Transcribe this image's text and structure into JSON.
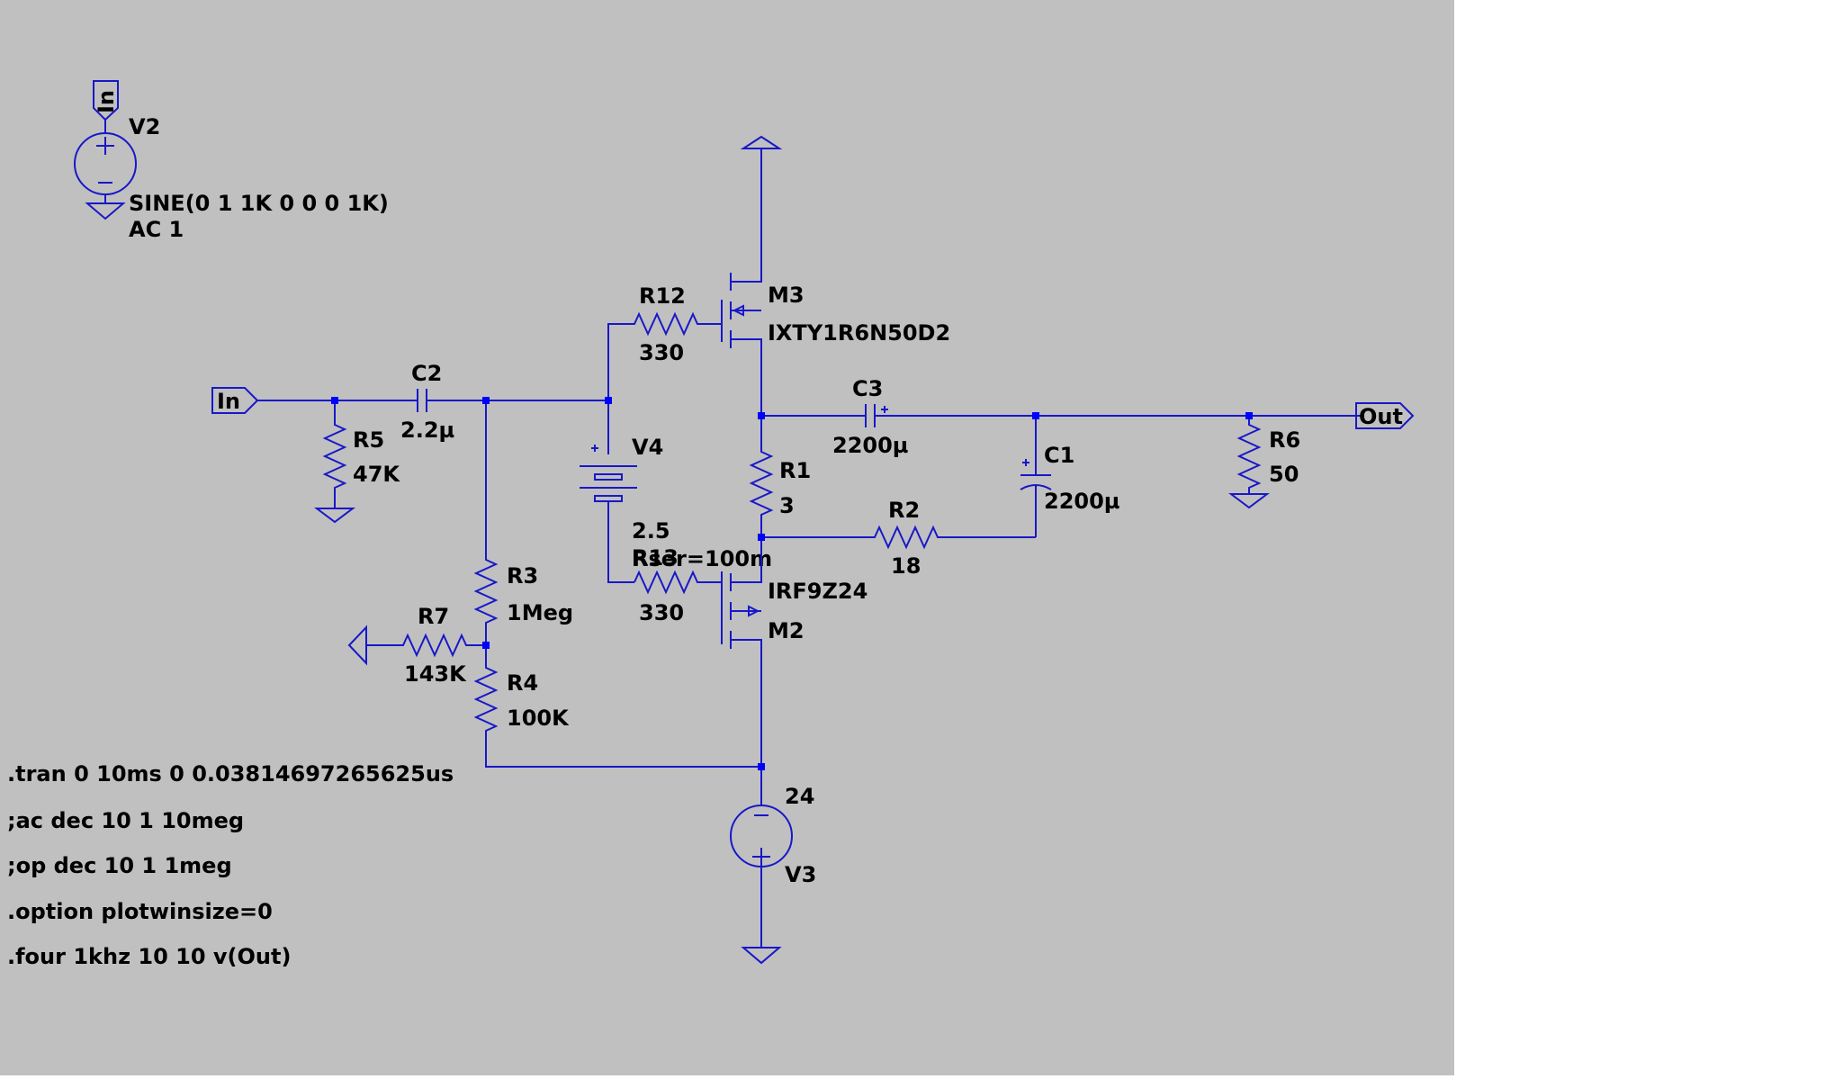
{
  "colors": {
    "background": "#c0c0c0",
    "wire": "#1818c8",
    "junction": "#0000ff",
    "text": "#000000"
  },
  "components": {
    "V2": {
      "name": "V2",
      "value": "SINE(0 1 1K 0 0 0 1K)",
      "ac": "AC 1"
    },
    "V3": {
      "name": "V3",
      "value": "24"
    },
    "V4": {
      "name": "V4",
      "value": "2.5",
      "rser": "Rser=100m"
    },
    "M3": {
      "name": "M3",
      "model": "IXTY1R6N50D2"
    },
    "M2": {
      "name": "M2",
      "model": "IRF9Z24"
    },
    "R12": {
      "name": "R12",
      "value": "330"
    },
    "R13": {
      "name": "R13",
      "value": "330"
    },
    "C2": {
      "name": "C2",
      "value": "2.2µ"
    },
    "C3": {
      "name": "C3",
      "value": "2200µ"
    },
    "C1": {
      "name": "C1",
      "value": "2200µ"
    },
    "R5": {
      "name": "R5",
      "value": "47K"
    },
    "R3": {
      "name": "R3",
      "value": "1Meg"
    },
    "R4": {
      "name": "R4",
      "value": "100K"
    },
    "R7": {
      "name": "R7",
      "value": "143K"
    },
    "R1": {
      "name": "R1",
      "value": "3"
    },
    "R2": {
      "name": "R2",
      "value": "18"
    },
    "R6": {
      "name": "R6",
      "value": "50"
    }
  },
  "ports": {
    "in_top": "In",
    "in_left": "In",
    "out": "Out"
  },
  "directives": [
    ".tran 0 10ms 0 0.03814697265625us",
    ";ac dec 10 1 10meg",
    ";op dec 10 1 1meg",
    ".option plotwinsize=0",
    ".four 1khz 10 10 v(Out)"
  ]
}
